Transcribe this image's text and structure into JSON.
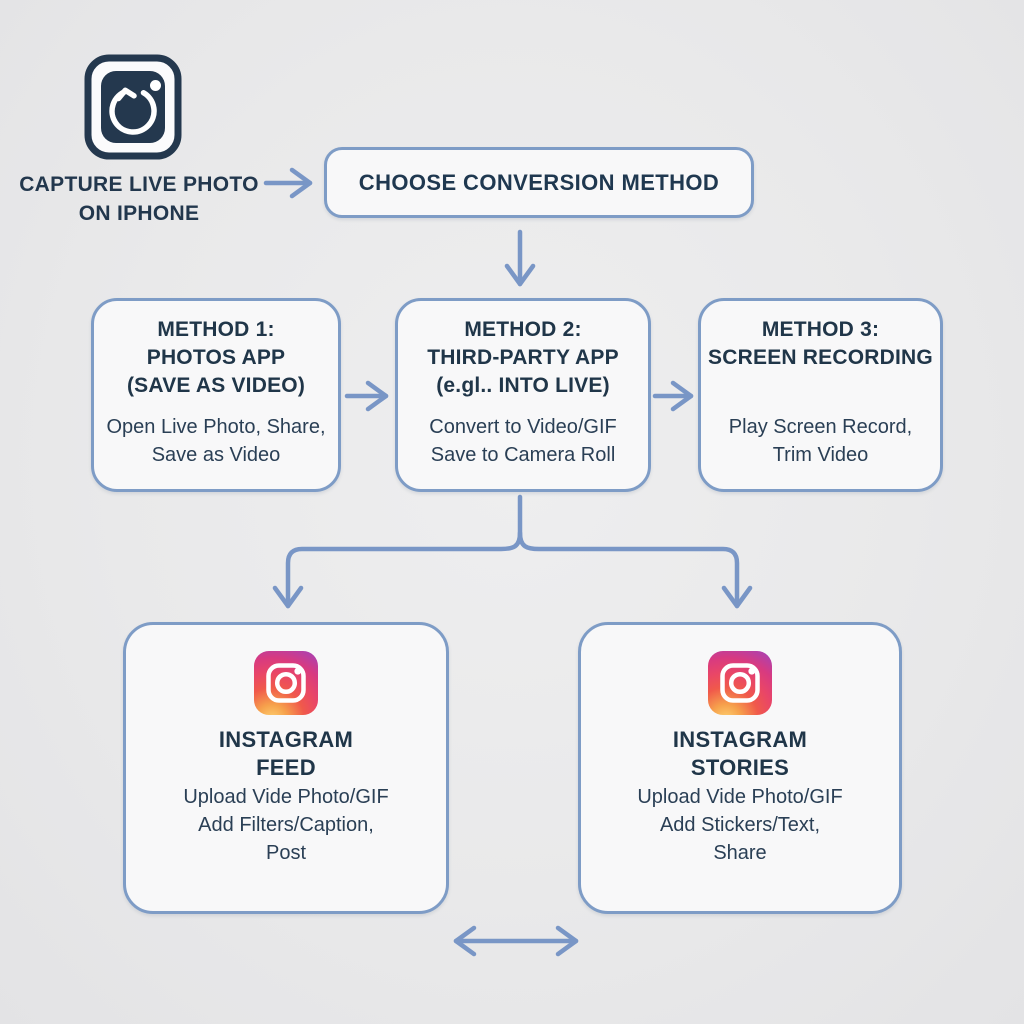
{
  "palette": {
    "background": "#e9e9ea",
    "box_fill": "#f8f8f9",
    "box_border": "#7e9cc6",
    "arrow": "#7996c6",
    "text_dark": "#22374d",
    "icon_navy": "#24384e"
  },
  "icons": {
    "start": "live-photo-icon",
    "output": "instagram-icon"
  },
  "start": {
    "label_line1": "CAPTURE LIVE PHOTO",
    "label_line2": "ON IPHONE"
  },
  "choose": {
    "label": "CHOOSE CONVERSION METHOD"
  },
  "methods": [
    {
      "title_lines": [
        "METHOD 1:",
        "PHOTOS APP",
        "(SAVE AS VIDEO)"
      ],
      "body_lines": [
        "Open Live Photo, Share,",
        "Save as Video"
      ]
    },
    {
      "title_lines": [
        "METHOD 2:",
        "THIRD-PARTY APP",
        "(e.gl.. INTO LIVE)"
      ],
      "body_lines": [
        "Convert to Video/GIF",
        "Save to Camera Roll"
      ]
    },
    {
      "title_lines": [
        "METHOD 3:",
        "SCREEN RECORDING"
      ],
      "body_lines": [
        "Play Screen Record,",
        "Trim Video"
      ]
    }
  ],
  "outputs": [
    {
      "title_lines": [
        "INSTAGRAM",
        "FEED"
      ],
      "body_lines": [
        "Upload Vide Photo/GIF",
        "Add Filters/Caption,",
        "Post"
      ]
    },
    {
      "title_lines": [
        "INSTAGRAM",
        "STORIES"
      ],
      "body_lines": [
        "Upload Vide Photo/GIF",
        "Add Stickers/Text,",
        "Share"
      ]
    }
  ]
}
